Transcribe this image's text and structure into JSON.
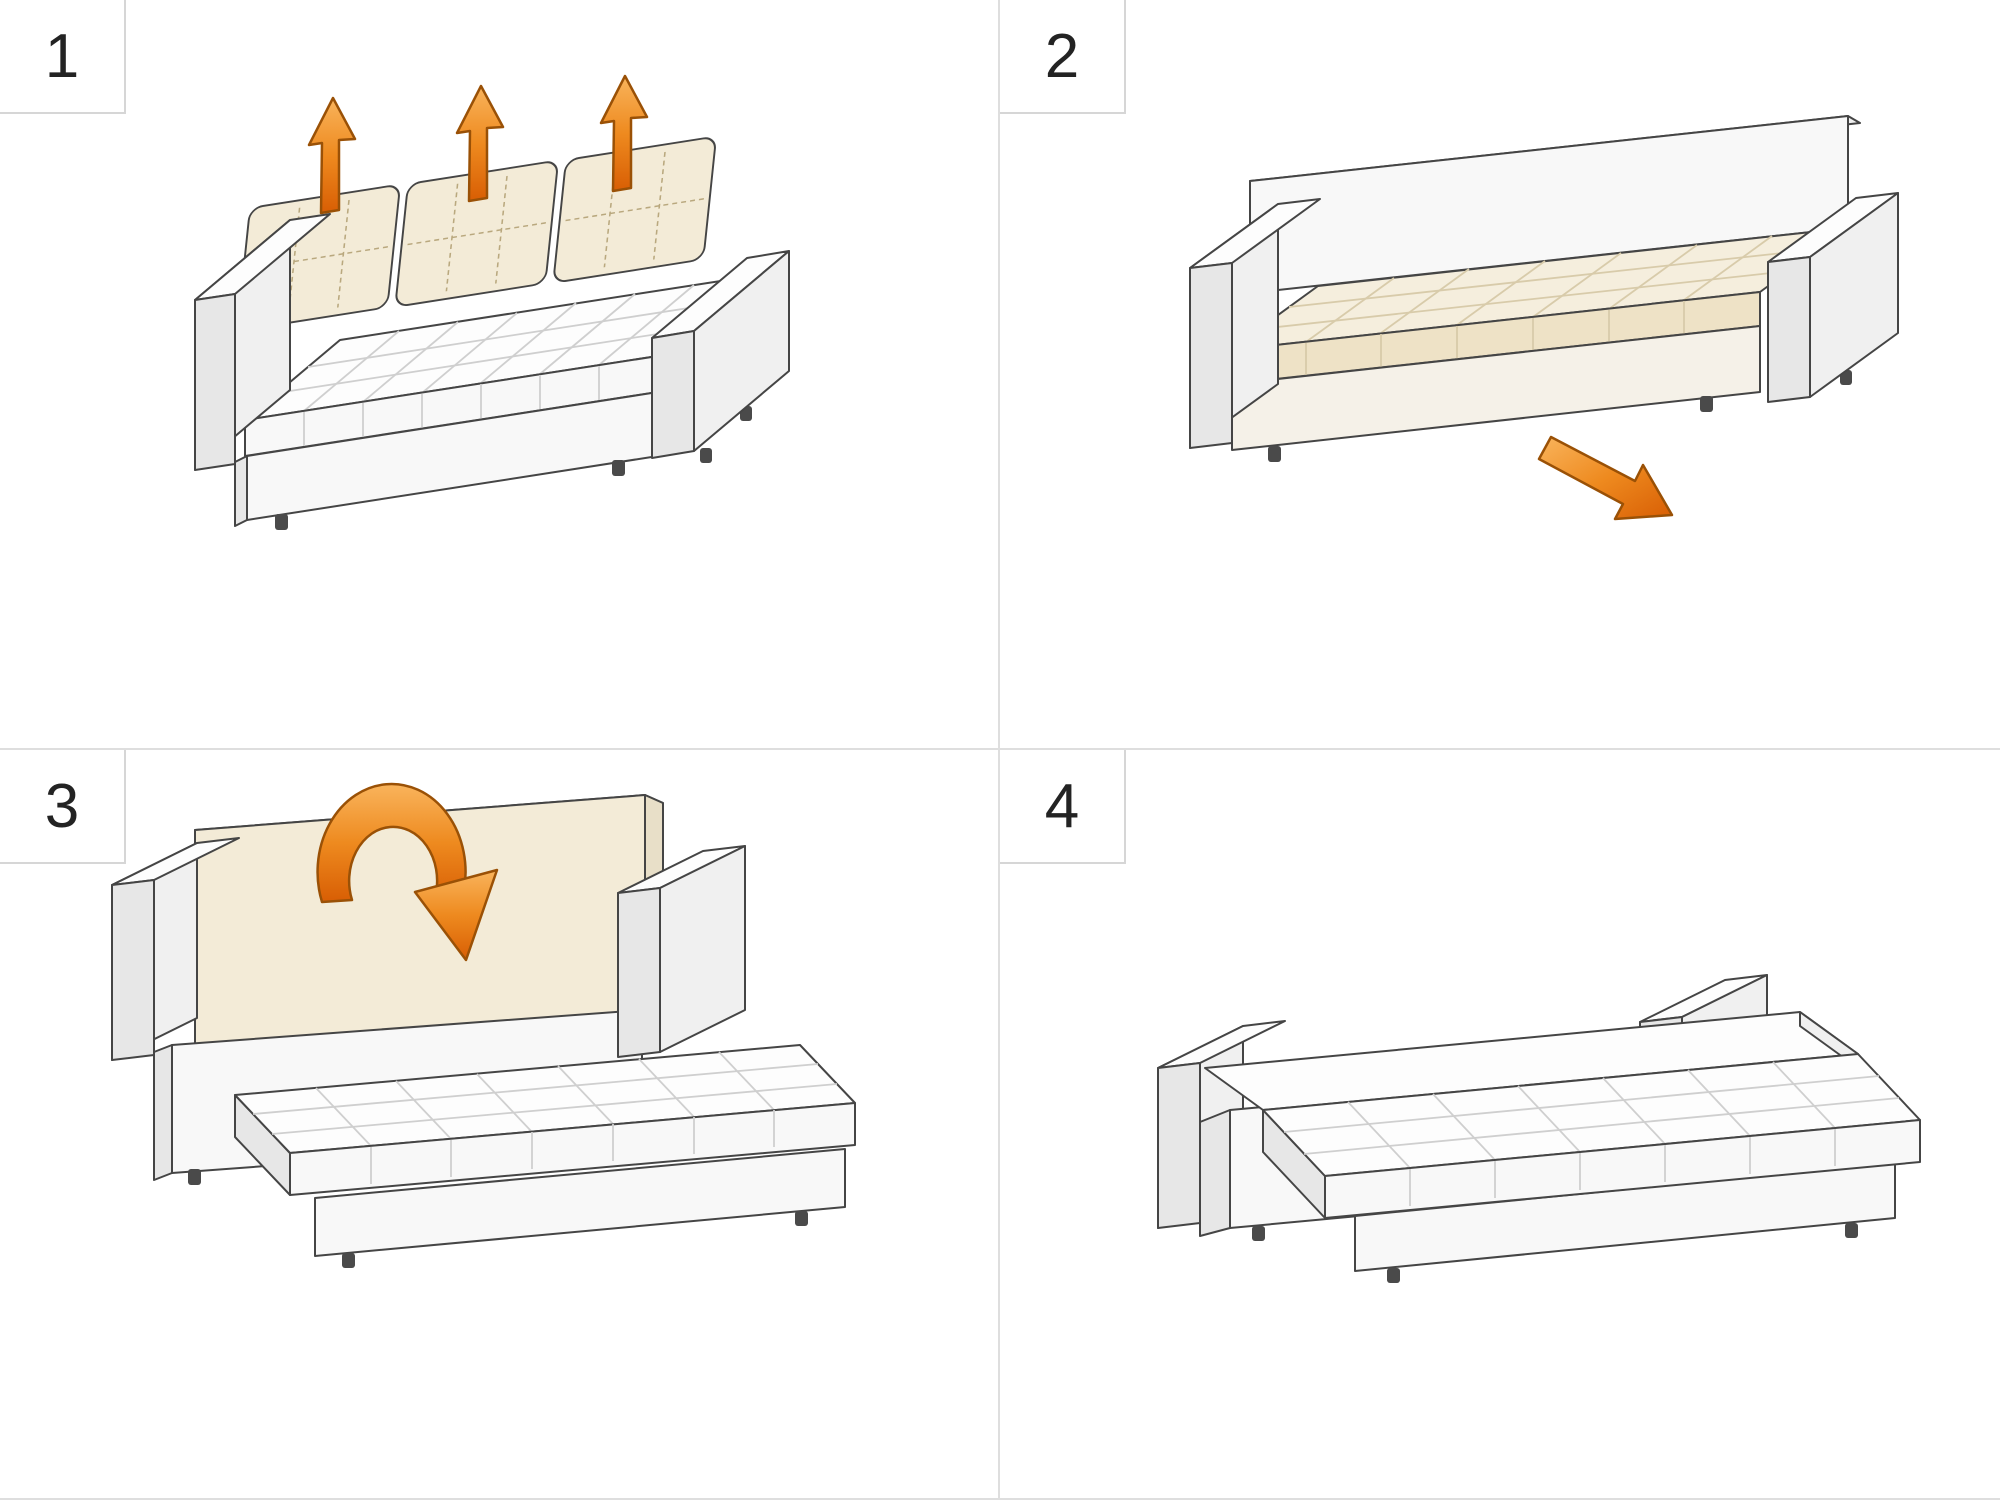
{
  "sheet": {
    "steps": [
      {
        "number": "1",
        "illustration": "sofa-with-back-cushions-lift-arrows"
      },
      {
        "number": "2",
        "illustration": "sofa-cushions-removed-pull-seat-out"
      },
      {
        "number": "3",
        "illustration": "seat-pulled-out-fold-backrest-down"
      },
      {
        "number": "4",
        "illustration": "flat-bed-configuration"
      }
    ]
  },
  "colors": {
    "arrow_top": "#f9b45c",
    "arrow_mid": "#ee8a1f",
    "arrow_bottom": "#d85e04",
    "arrow_outline": "#9a5106",
    "cushion_cream": "#f3ebd7",
    "sofa_outline": "#454545",
    "divider": "#dedede",
    "background": "#ffffff",
    "step_number_color": "#232323"
  }
}
